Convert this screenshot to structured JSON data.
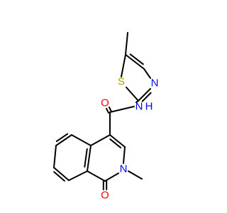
{
  "molecule": {
    "atoms": [
      {
        "id": "c_me_thz",
        "element": "C",
        "label": "",
        "color": "#000000"
      },
      {
        "id": "c5_thz",
        "element": "C",
        "label": "",
        "color": "#000000"
      },
      {
        "id": "c4_thz",
        "element": "C",
        "label": "",
        "color": "#000000"
      },
      {
        "id": "n3_thz",
        "element": "N",
        "label": "N",
        "color": "#0000ff"
      },
      {
        "id": "c2_thz",
        "element": "C",
        "label": "",
        "color": "#000000"
      },
      {
        "id": "s1_thz",
        "element": "S",
        "label": "S",
        "color": "#b8a000"
      },
      {
        "id": "n_amide",
        "element": "N",
        "label": "N",
        "color": "#0000ff"
      },
      {
        "id": "h_amide",
        "element": "H",
        "label": "H",
        "color": "#0000ff"
      },
      {
        "id": "c_carbonyl",
        "element": "C",
        "label": "",
        "color": "#000000"
      },
      {
        "id": "o_amide",
        "element": "O",
        "label": "O",
        "color": "#ff0000"
      },
      {
        "id": "c4_iq",
        "element": "C",
        "label": "",
        "color": "#000000"
      },
      {
        "id": "c3_iq",
        "element": "C",
        "label": "",
        "color": "#000000"
      },
      {
        "id": "n2_iq",
        "element": "N",
        "label": "N",
        "color": "#0000ff"
      },
      {
        "id": "c_me_n",
        "element": "C",
        "label": "",
        "color": "#000000"
      },
      {
        "id": "c1_iq",
        "element": "C",
        "label": "",
        "color": "#000000"
      },
      {
        "id": "o_lactam",
        "element": "O",
        "label": "O",
        "color": "#ff0000"
      },
      {
        "id": "c8a_iq",
        "element": "C",
        "label": "",
        "color": "#000000"
      },
      {
        "id": "c4a_iq",
        "element": "C",
        "label": "",
        "color": "#000000"
      },
      {
        "id": "c5_iq",
        "element": "C",
        "label": "",
        "color": "#000000"
      },
      {
        "id": "c6_iq",
        "element": "C",
        "label": "",
        "color": "#000000"
      },
      {
        "id": "c7_iq",
        "element": "C",
        "label": "",
        "color": "#000000"
      },
      {
        "id": "c8_iq",
        "element": "C",
        "label": "",
        "color": "#000000"
      }
    ],
    "bonds": [
      {
        "a": "c_me_thz",
        "b": "c5_thz",
        "order": 1
      },
      {
        "a": "c5_thz",
        "b": "c4_thz",
        "order": 2
      },
      {
        "a": "c4_thz",
        "b": "n3_thz",
        "order": 1
      },
      {
        "a": "n3_thz",
        "b": "c2_thz",
        "order": 2
      },
      {
        "a": "c2_thz",
        "b": "s1_thz",
        "order": 1
      },
      {
        "a": "s1_thz",
        "b": "c5_thz",
        "order": 1
      },
      {
        "a": "c2_thz",
        "b": "n_amide",
        "order": 1
      },
      {
        "a": "n_amide",
        "b": "c_carbonyl",
        "order": 1
      },
      {
        "a": "c_carbonyl",
        "b": "o_amide",
        "order": 2
      },
      {
        "a": "c_carbonyl",
        "b": "c4_iq",
        "order": 1
      },
      {
        "a": "c4_iq",
        "b": "c3_iq",
        "order": 2
      },
      {
        "a": "c3_iq",
        "b": "n2_iq",
        "order": 1
      },
      {
        "a": "n2_iq",
        "b": "c_me_n",
        "order": 1
      },
      {
        "a": "n2_iq",
        "b": "c1_iq",
        "order": 1
      },
      {
        "a": "c1_iq",
        "b": "o_lactam",
        "order": 2
      },
      {
        "a": "c1_iq",
        "b": "c8a_iq",
        "order": 1
      },
      {
        "a": "c8a_iq",
        "b": "c4a_iq",
        "order": 2
      },
      {
        "a": "c4a_iq",
        "b": "c4_iq",
        "order": 1
      },
      {
        "a": "c4a_iq",
        "b": "c5_iq",
        "order": 1
      },
      {
        "a": "c5_iq",
        "b": "c6_iq",
        "order": 2
      },
      {
        "a": "c6_iq",
        "b": "c7_iq",
        "order": 1
      },
      {
        "a": "c7_iq",
        "b": "c8_iq",
        "order": 2
      },
      {
        "a": "c8_iq",
        "b": "c8a_iq",
        "order": 1
      }
    ]
  }
}
